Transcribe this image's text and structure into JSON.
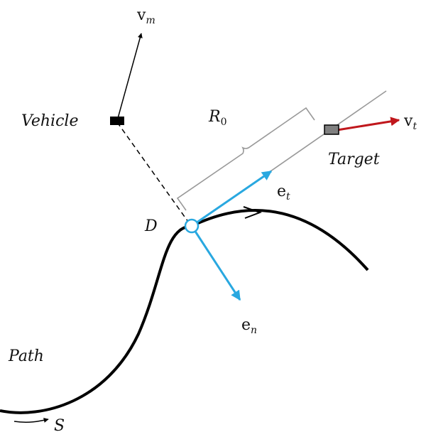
{
  "labels": {
    "vm_base": "v",
    "vm_sub": "m",
    "vehicle": "Vehicle",
    "r0_base": "R",
    "r0_sub": "0",
    "vt_base": "v",
    "vt_sub": "t",
    "target": "Target",
    "et_base": "e",
    "et_sub": "t",
    "d": "D",
    "en_base": "e",
    "en_sub": "n",
    "path": "Path",
    "s": "S"
  },
  "colors": {
    "path": "#000000",
    "line_of_sight": "#999999",
    "bracket": "#999999",
    "unit_vectors": "#29a8e0",
    "target_velocity": "#c0171c",
    "vehicle": "#000000",
    "target_body": "#808080",
    "dashed_link": "#000000"
  }
}
